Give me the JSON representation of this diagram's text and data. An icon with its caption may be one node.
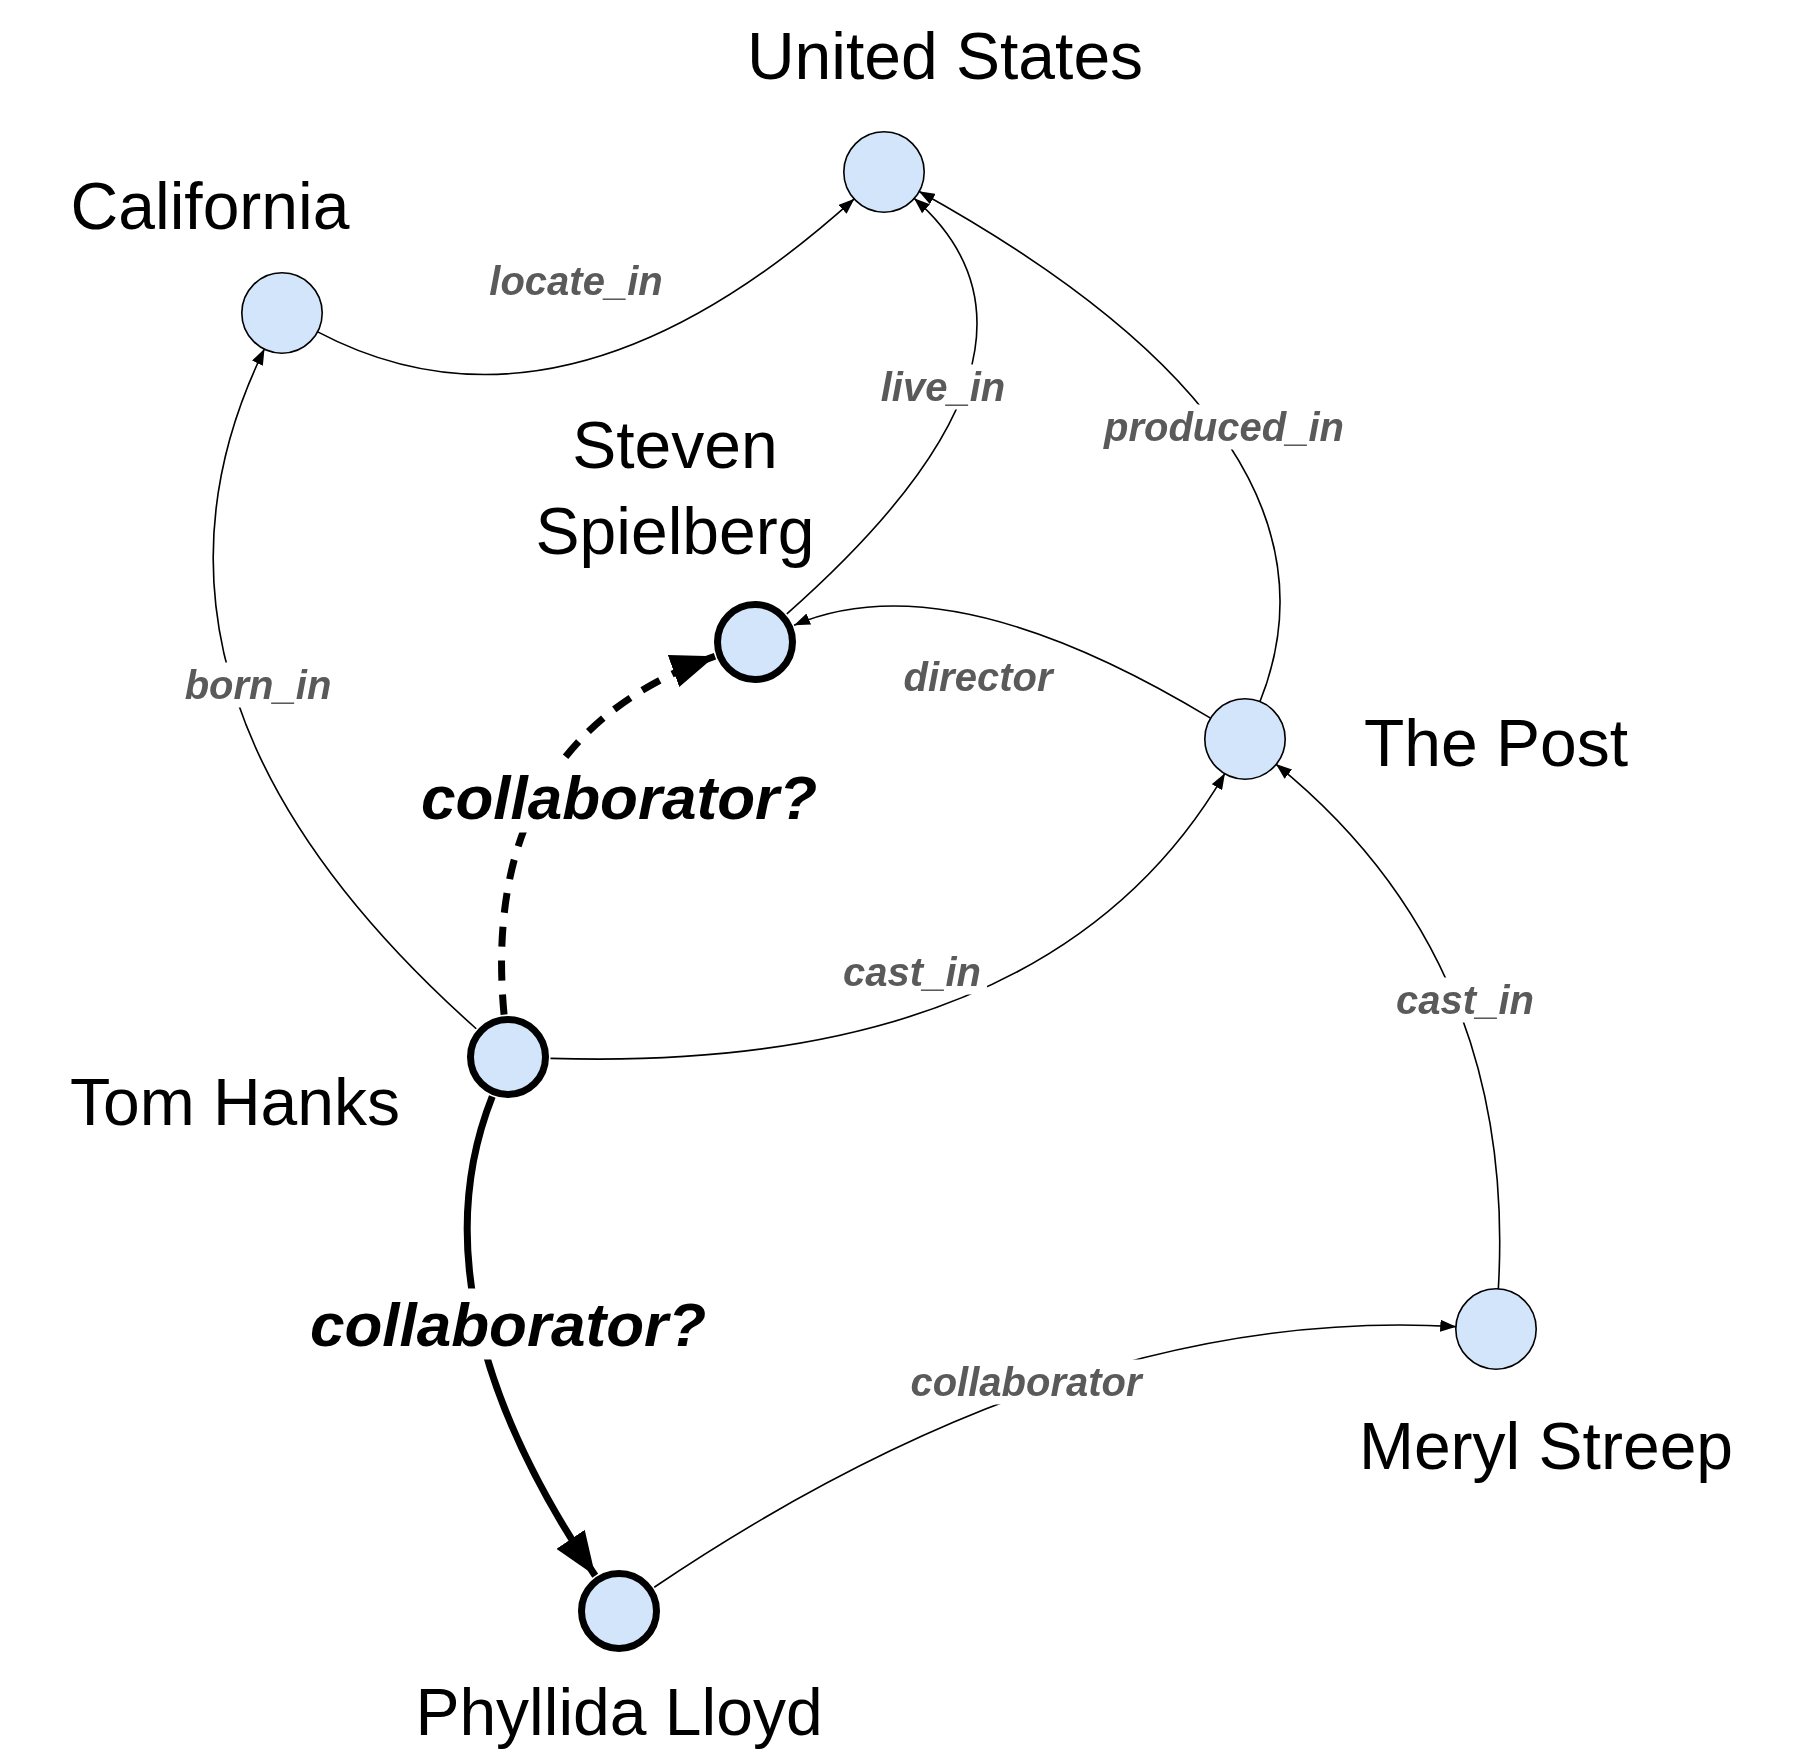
{
  "diagram": {
    "nodes": [
      {
        "text": [
          "United States"
        ]
      },
      {
        "text": [
          "California"
        ]
      },
      {
        "text": [
          "Steven Spielberg"
        ]
      },
      {
        "text": [
          "The Post"
        ]
      },
      {
        "text": [
          "Tom Hanks"
        ]
      },
      {
        "text": [
          "Meryl Streep"
        ]
      },
      {
        "text": [
          "Phyllida Lloyd"
        ]
      }
    ],
    "edges": [
      {
        "from": 1,
        "to": 0,
        "arrow": "to",
        "label": "locate_in"
      },
      {
        "from": 2,
        "to": 0,
        "arrow": "to",
        "label": "live_in"
      },
      {
        "from": 3,
        "to": 0,
        "arrow": "to",
        "label": "produced_in"
      },
      {
        "from": 3,
        "to": 2,
        "arrow": "to",
        "label": "director"
      },
      {
        "from": 4,
        "to": 1,
        "arrow": "to",
        "label": "born_in"
      },
      {
        "from": 4,
        "to": 3,
        "arrow": "to",
        "label": "cast_in"
      },
      {
        "from": 5,
        "to": 3,
        "arrow": "to",
        "label": "cast_in"
      },
      {
        "from": 6,
        "to": 5,
        "arrow": "to",
        "label": "collaborator"
      },
      {
        "from": 4,
        "to": 2,
        "arrow": "to",
        "label": "collaborator?",
        "style": "dashed"
      },
      {
        "from": 4,
        "to": 6,
        "arrow": "to",
        "label": "collaborator?",
        "style": "thick"
      }
    ]
  }
}
